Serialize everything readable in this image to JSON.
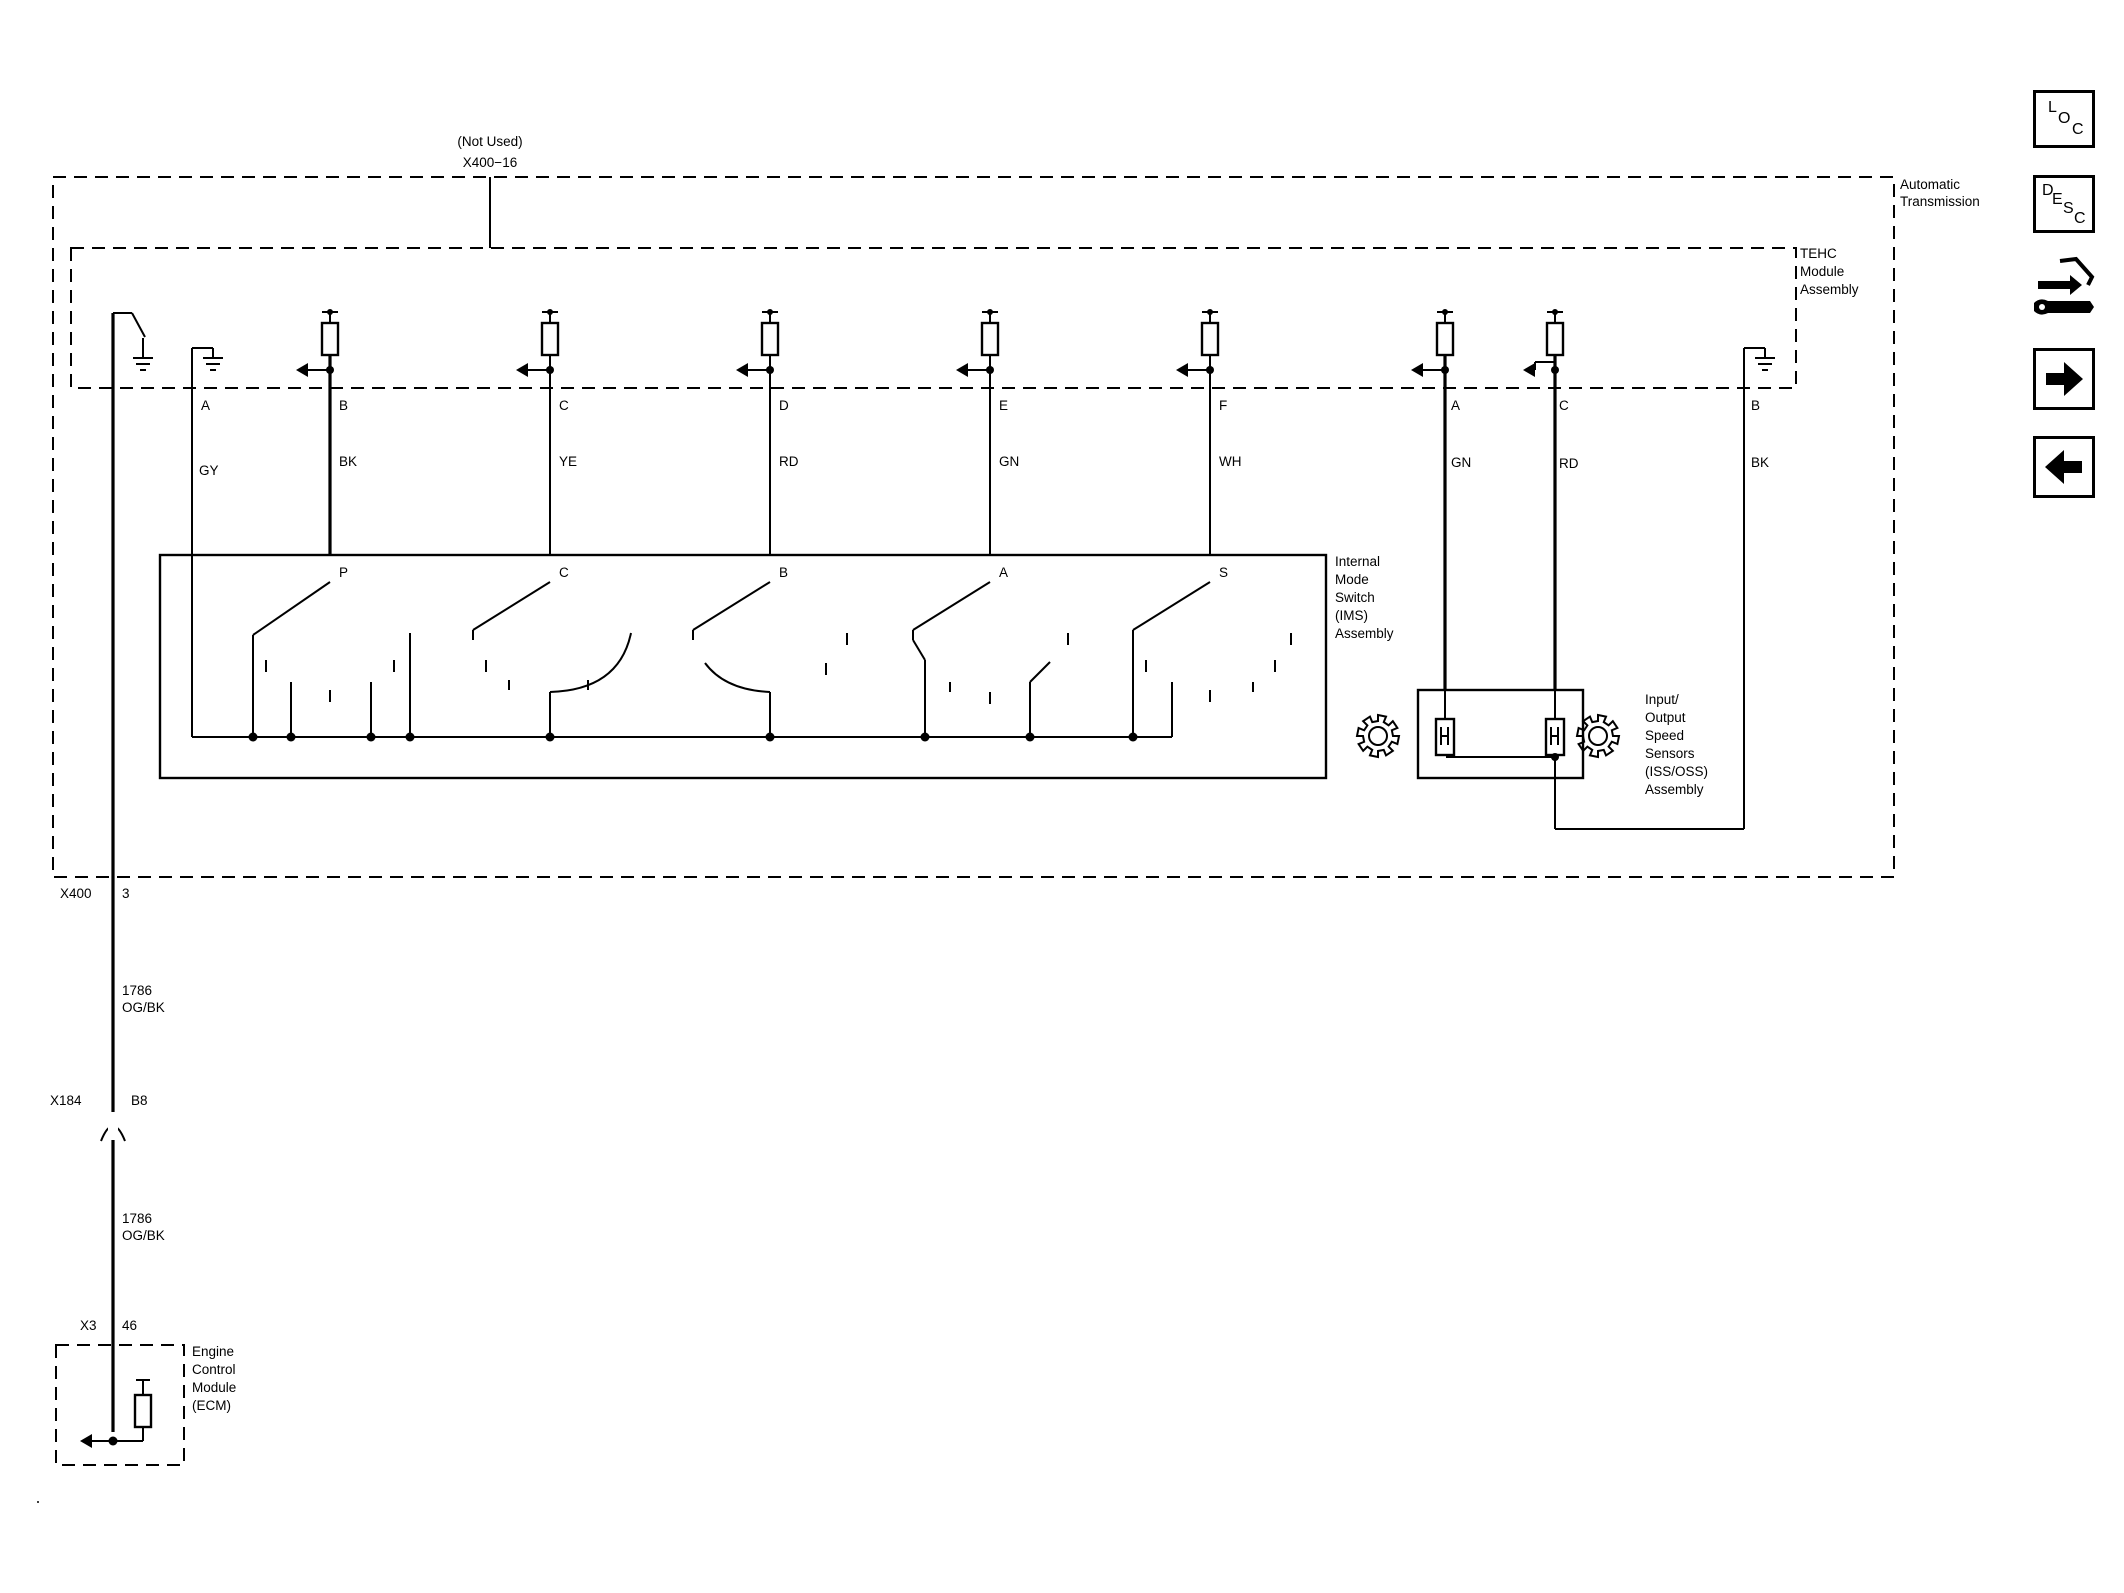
{
  "header": {
    "not_used": "(Not Used)",
    "not_used_connector": "X400−16",
    "automatic_transmission": [
      "Automatic",
      "Transmission"
    ],
    "tehc_module": [
      "TEHC",
      "Module",
      "Assembly"
    ]
  },
  "tehc_pins": [
    {
      "pin": "A",
      "wire": "GY"
    },
    {
      "pin": "B",
      "wire": "BK"
    },
    {
      "pin": "C",
      "wire": "YE"
    },
    {
      "pin": "D",
      "wire": "RD"
    },
    {
      "pin": "E",
      "wire": "GN"
    },
    {
      "pin": "F",
      "wire": "WH"
    },
    {
      "pin": "A",
      "wire": "GN"
    },
    {
      "pin": "C",
      "wire": "RD"
    },
    {
      "pin": "B",
      "wire": "BK"
    }
  ],
  "ims": {
    "positions": [
      "P",
      "C",
      "B",
      "A",
      "S"
    ],
    "label": [
      "Internal",
      "Mode",
      "Switch",
      "(IMS)",
      "Assembly"
    ]
  },
  "speed_sensors": {
    "label": [
      "Input/",
      "Output",
      "Speed",
      "Sensors",
      "(ISS/OSS)",
      "Assembly"
    ]
  },
  "harness": {
    "x400_connector": "X400",
    "x400_pin": "3",
    "wire1_circuit": "1786",
    "wire1_color": "OG/BK",
    "x184_connector": "X184",
    "x184_pin": "B8",
    "wire2_circuit": "1786",
    "wire2_color": "OG/BK",
    "x3_connector": "X3",
    "x3_pin": "46"
  },
  "ecm": {
    "label": [
      "Engine",
      "Control",
      "Module",
      "(ECM)"
    ]
  },
  "nav": {
    "loc": [
      "L",
      "O",
      "C"
    ],
    "desc": [
      "D",
      "E",
      "S",
      "C"
    ],
    "buttons": [
      "loc-icon",
      "desc-icon",
      "connector-icon",
      "arrow-right-icon",
      "arrow-left-icon"
    ]
  }
}
